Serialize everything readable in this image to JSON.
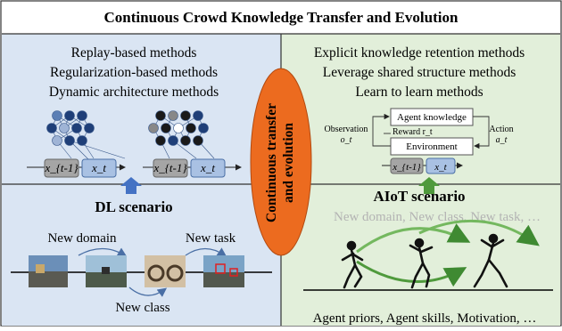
{
  "title": "Continuous Crowd Knowledge Transfer and Evolution",
  "left_top": {
    "methods": [
      "Replay-based methods",
      "Regularization-based methods",
      "Dynamic architecture methods"
    ],
    "seq_left": "x_{t-1}",
    "seq_right": "x_t"
  },
  "left_bottom": {
    "label": "DL scenario",
    "shift_labels": [
      "New domain",
      "New task",
      "New class"
    ]
  },
  "center": {
    "line1": "Continuous transfer",
    "line2": "and evolution"
  },
  "right_top": {
    "methods": [
      "Explicit knowledge retention methods",
      "Leverage shared structure methods",
      "Learn to learn methods"
    ],
    "agent_knowledge": "Agent knowledge",
    "environment": "Environment",
    "observation": "Observation",
    "observation_var": "o_t",
    "action": "Action",
    "action_var": "a_t",
    "reward": "Reward r_t",
    "seq_left": "x_{t-1}",
    "seq_right": "x_t"
  },
  "right_bottom": {
    "label": "AIoT scenario",
    "faded": "New domain, New class, New task, …",
    "bottom": "Agent priors, Agent skills, Motivation, …"
  },
  "colors": {
    "left_bg": "#dae5f3",
    "right_bg": "#e2efda",
    "ellipse": "#ec6b1f",
    "blue_arrow": "#4472c4",
    "green_arrow": "#4f9a3c"
  }
}
